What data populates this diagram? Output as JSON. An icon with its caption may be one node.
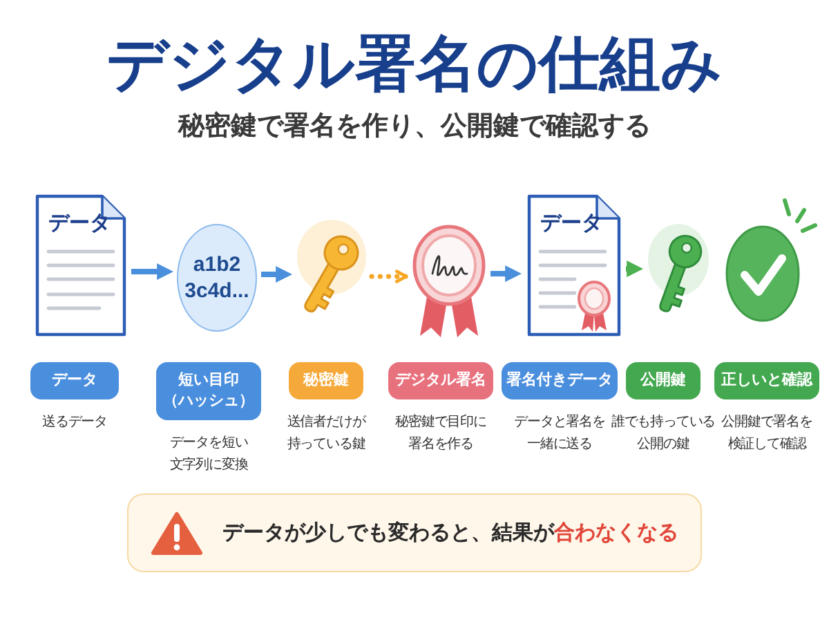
{
  "diagram": {
    "title": "デジタル署名の仕組み",
    "nodes": [
      {
        "text": [
          "データ"
        ]
      },
      {
        "text": [
          "a1b2 3c4d..."
        ]
      },
      {
        "text": [],
        "shape": "picture"
      },
      {
        "text": [],
        "shape": "picture"
      },
      {
        "text": [
          "データ"
        ]
      },
      {
        "text": [],
        "shape": "picture"
      },
      {
        "text": [],
        "shape": "picture"
      },
      {
        "text": [
          "データ"
        ],
        "beside": [
          "送るデータ"
        ]
      },
      {
        "text": [
          "短い目印（ハッシュ）"
        ],
        "beside": [
          "データを短い文字列に変換"
        ]
      },
      {
        "text": [
          "秘密鍵"
        ],
        "beside": [
          "送信者だけが持っている鍵"
        ]
      },
      {
        "text": [
          "デジタル署名"
        ],
        "beside": [
          "秘密鍵で目印に署名を作る"
        ]
      },
      {
        "text": [
          "署名付きデータ"
        ],
        "beside": [
          "データと署名を一緒に送る"
        ]
      },
      {
        "text": [
          "公開鍵"
        ],
        "beside": [
          "誰でも持っている公開の鍵"
        ]
      },
      {
        "text": [
          "正しいと確認"
        ],
        "beside": [
          "公開鍵で署名を検証して確認"
        ]
      },
      {
        "text": [
          "データが少しでも変わると、結果が**合わなくなる**"
        ]
      }
    ],
    "edges": [
      {
        "from": 0,
        "to": 1,
        "arrow": "to"
      },
      {
        "from": 1,
        "to": 2,
        "arrow": "to"
      },
      {
        "from": 2,
        "to": 3,
        "arrow": "to",
        "style": "dashed",
        "color": "#f5a623"
      },
      {
        "from": 3,
        "to": 4,
        "arrow": "to"
      },
      {
        "from": 4,
        "to": 5,
        "arrow": "to",
        "color": "#4caf50"
      }
    ],
    "labels": [
      "秘密鍵で署名を作り、公開鍵で確認する"
    ]
  }
}
